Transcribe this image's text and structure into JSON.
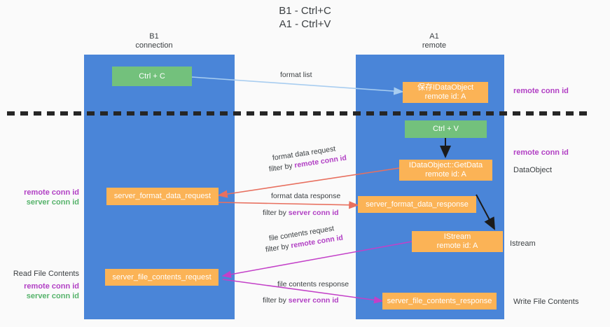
{
  "title": "B1 - Ctrl+C\nA1 - Ctrl+V",
  "lanes": [
    {
      "name": "lane-b1",
      "header": "B1\nconnection"
    },
    {
      "name": "lane-a1",
      "header": "A1\nremote"
    }
  ],
  "colors": {
    "lane": "#4a85d8",
    "box_green": "#73c17c",
    "box_orange": "#fbb356",
    "accent_purple": "#b13fc4",
    "accent_green": "#56b36b",
    "arrow_lightblue": "#a8cdf0",
    "arrow_red": "#e8705f",
    "arrow_magenta": "#c340c8",
    "arrow_black": "#1b1b1b",
    "divider": "#262626",
    "page_bg": "#fafafa",
    "text": "#3c4043"
  },
  "boxes": [
    {
      "name": "ctrl-c-box",
      "label": "Ctrl + C"
    },
    {
      "name": "idataobject-box",
      "label": "保存IDataObject\nremote id: A"
    },
    {
      "name": "ctrl-v-box",
      "label": "Ctrl + V"
    },
    {
      "name": "idataobject-getdata-box",
      "label": "IDataObject::GetData\nremote id: A"
    },
    {
      "name": "server-format-data-request-box",
      "label": "server_format_data_request"
    },
    {
      "name": "server-format-data-response-box",
      "label": "server_format_data_response"
    },
    {
      "name": "istream-box",
      "label": "IStream\nremote id: A"
    },
    {
      "name": "server-file-contents-request-box",
      "label": "server_file_contents_request"
    },
    {
      "name": "server-file-contents-response-box",
      "label": "server_file_contents_response"
    }
  ],
  "side_labels": {
    "remote_conn_id_top": "remote conn id",
    "remote_conn_id_mid": "remote conn id",
    "dataobject": "DataObject",
    "istream": "Istream",
    "write_file_contents": "Write File Contents",
    "read_file_contents": "Read File Contents",
    "remote_conn_id": "remote conn id",
    "server_conn_id": "server conn id"
  },
  "captions": {
    "format_list": "format list",
    "format_data_request": "format data request",
    "format_data_request_filter_prefix": "filter by ",
    "format_data_request_filter_token": "remote conn id",
    "format_data_response": "format data response",
    "format_data_response_filter_prefix": "filter by ",
    "format_data_response_filter_token": "server conn id",
    "file_contents_request": "file contents request",
    "file_contents_request_filter_prefix": "filter by ",
    "file_contents_request_filter_token": "remote conn id",
    "file_contents_response": "file contents response",
    "file_contents_response_filter_prefix": "filter by ",
    "file_contents_response_filter_token": "server conn id"
  }
}
